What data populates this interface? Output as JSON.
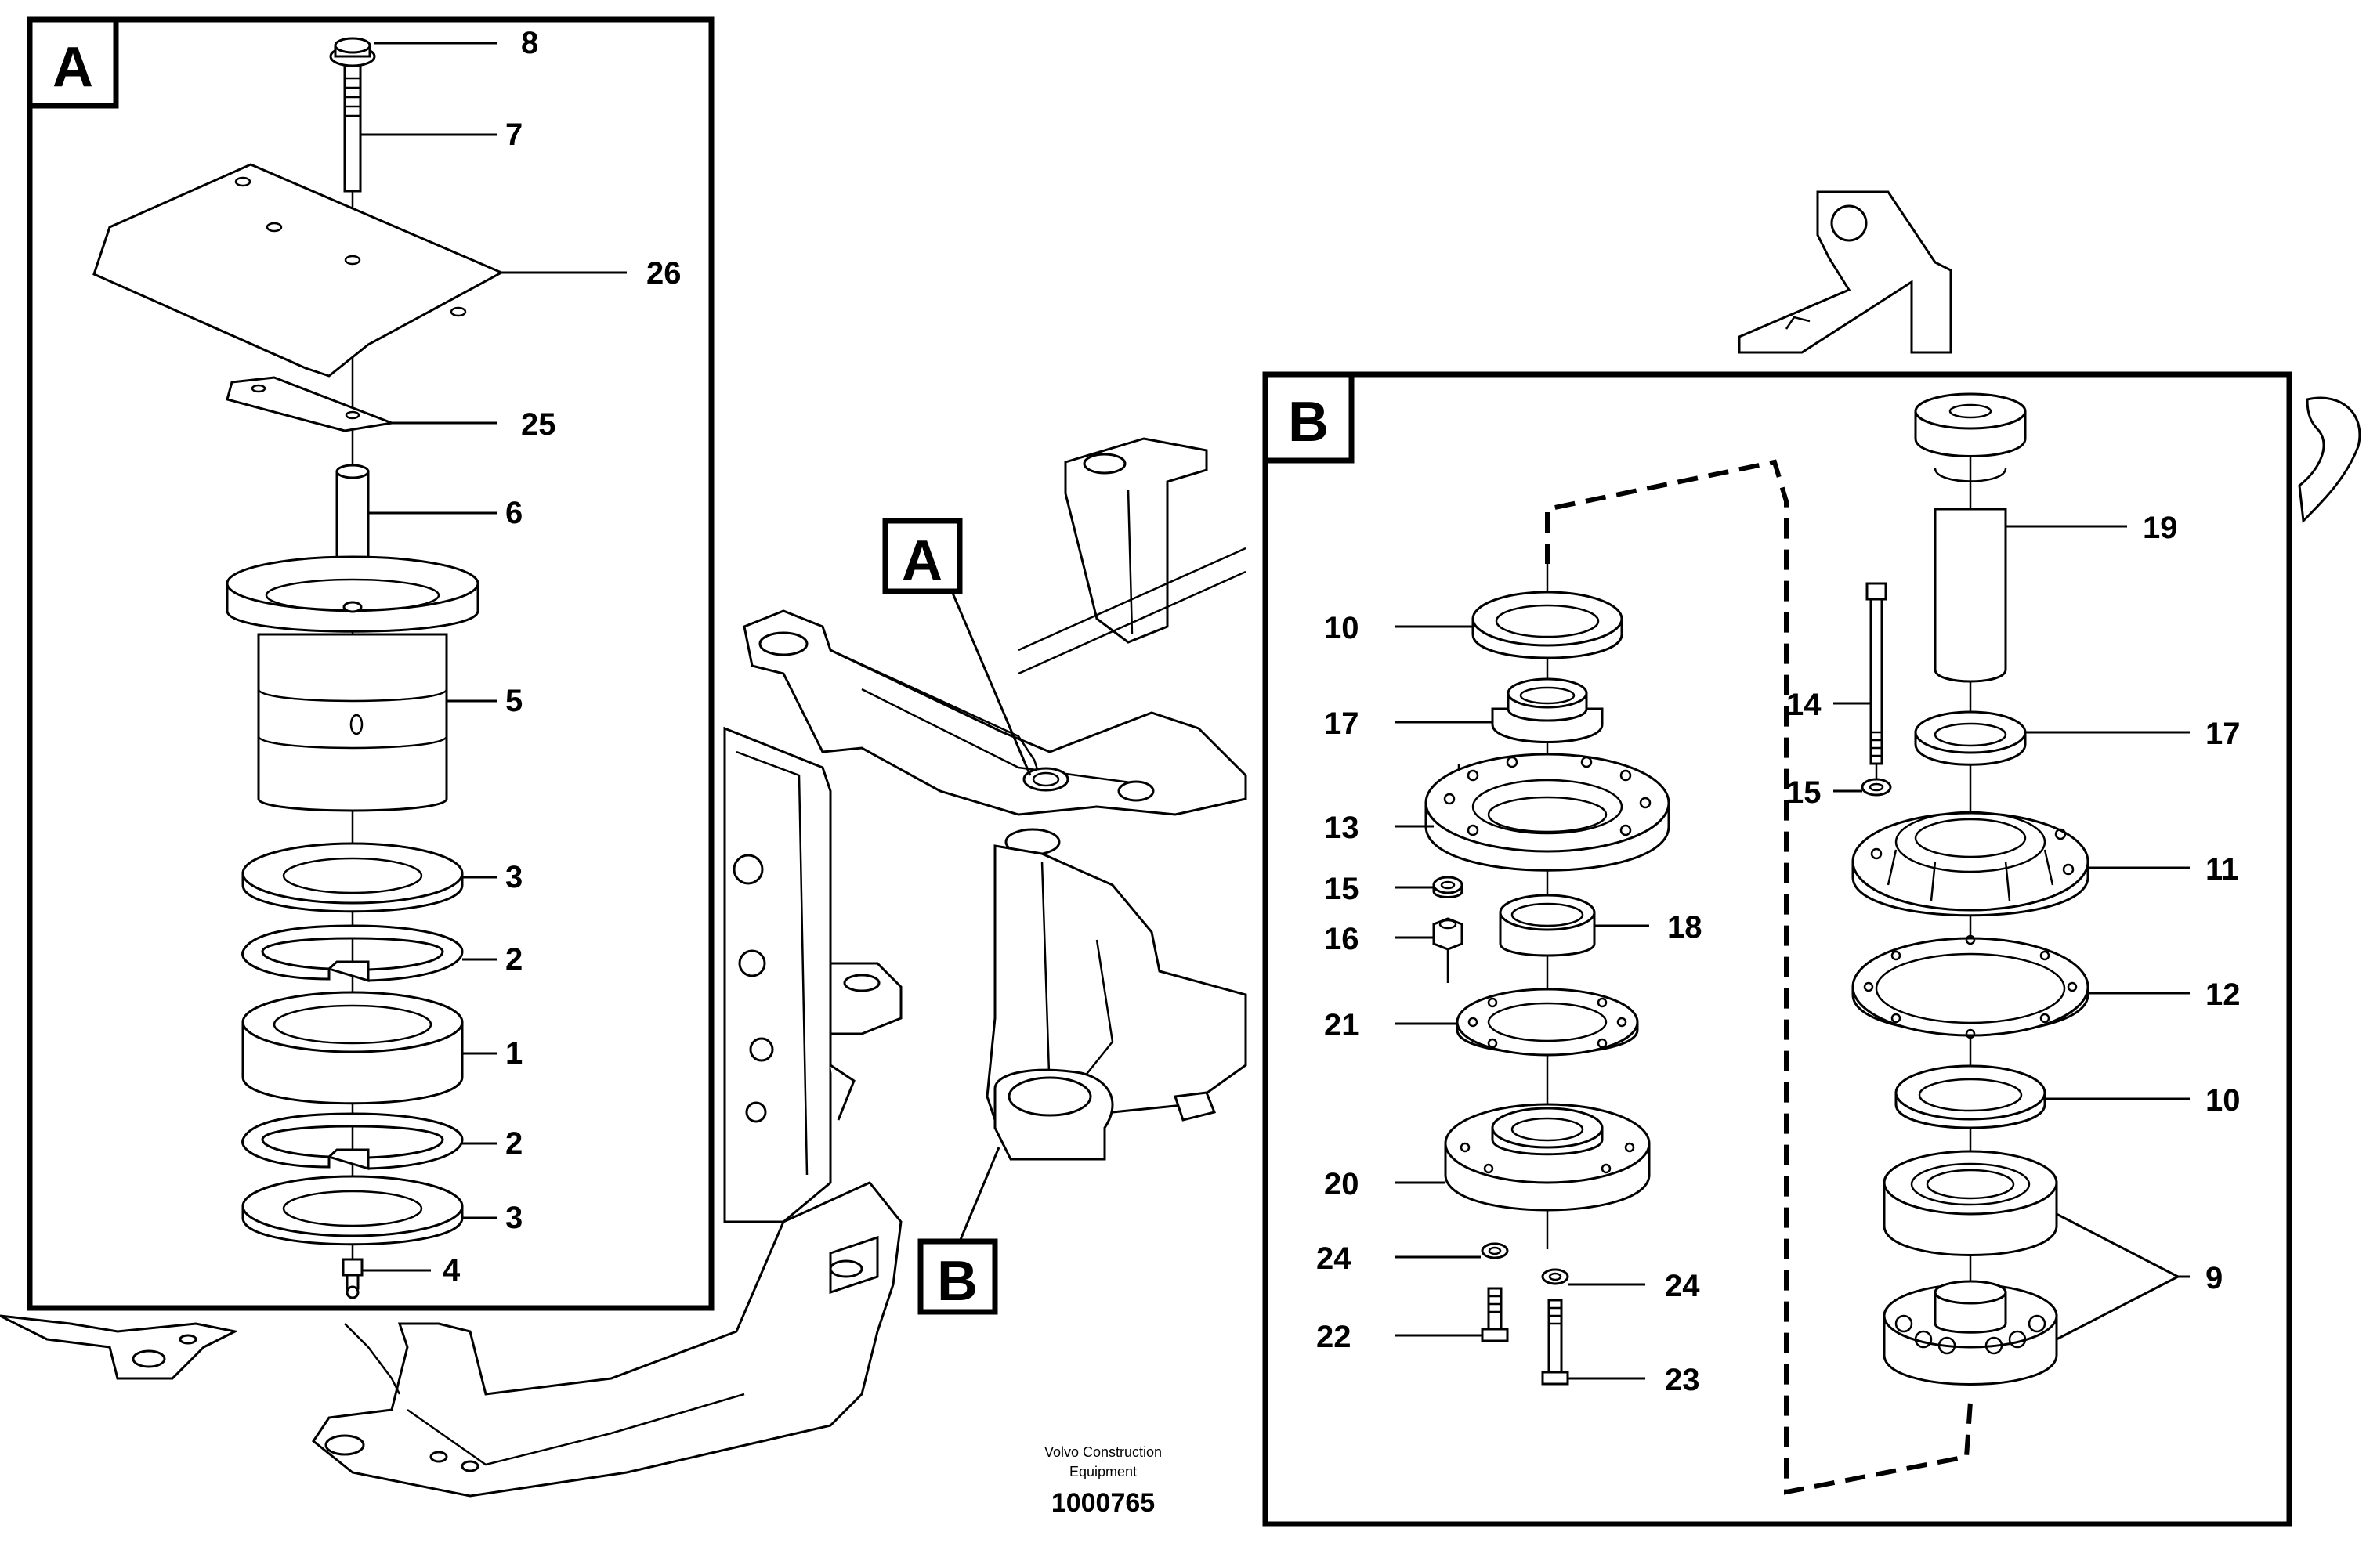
{
  "panel_a": {
    "letter": "A",
    "callouts": [
      {
        "id": "8",
        "label": "8"
      },
      {
        "id": "7",
        "label": "7"
      },
      {
        "id": "26",
        "label": "26"
      },
      {
        "id": "25",
        "label": "25"
      },
      {
        "id": "6",
        "label": "6"
      },
      {
        "id": "5",
        "label": "5"
      },
      {
        "id": "3a",
        "label": "3"
      },
      {
        "id": "2a",
        "label": "2"
      },
      {
        "id": "1",
        "label": "1"
      },
      {
        "id": "2b",
        "label": "2"
      },
      {
        "id": "3b",
        "label": "3"
      },
      {
        "id": "4",
        "label": "4"
      }
    ]
  },
  "panel_b": {
    "letter": "B",
    "callouts": [
      {
        "id": "10a",
        "label": "10"
      },
      {
        "id": "17a",
        "label": "17"
      },
      {
        "id": "13",
        "label": "13"
      },
      {
        "id": "15a",
        "label": "15"
      },
      {
        "id": "16",
        "label": "16"
      },
      {
        "id": "18",
        "label": "18"
      },
      {
        "id": "21",
        "label": "21"
      },
      {
        "id": "20",
        "label": "20"
      },
      {
        "id": "24a",
        "label": "24"
      },
      {
        "id": "24b",
        "label": "24"
      },
      {
        "id": "22",
        "label": "22"
      },
      {
        "id": "23",
        "label": "23"
      },
      {
        "id": "19",
        "label": "19"
      },
      {
        "id": "14",
        "label": "14"
      },
      {
        "id": "17b",
        "label": "17"
      },
      {
        "id": "15b",
        "label": "15"
      },
      {
        "id": "11",
        "label": "11"
      },
      {
        "id": "12",
        "label": "12"
      },
      {
        "id": "10b",
        "label": "10"
      },
      {
        "id": "9",
        "label": "9"
      }
    ]
  },
  "frame_markers": {
    "a": "A",
    "b": "B"
  },
  "footer": {
    "line1": "Volvo Construction",
    "line2": "Equipment",
    "number": "1000765"
  }
}
